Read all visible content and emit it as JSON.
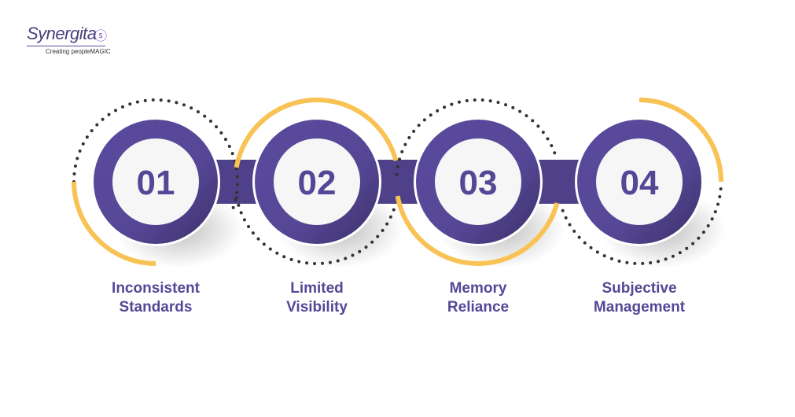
{
  "logo": {
    "name": "Synergita",
    "tagline": "Creating peopleMAGIC"
  },
  "steps": [
    {
      "number": "01",
      "label_line1": "Inconsistent",
      "label_line2": "Standards"
    },
    {
      "number": "02",
      "label_line1": "Limited",
      "label_line2": "Visibility"
    },
    {
      "number": "03",
      "label_line1": "Memory",
      "label_line2": "Reliance"
    },
    {
      "number": "04",
      "label_line1": "Subjective",
      "label_line2": "Management"
    }
  ],
  "colors": {
    "purple": "#564796",
    "yellow": "#f9c254",
    "dots": "#333333"
  }
}
